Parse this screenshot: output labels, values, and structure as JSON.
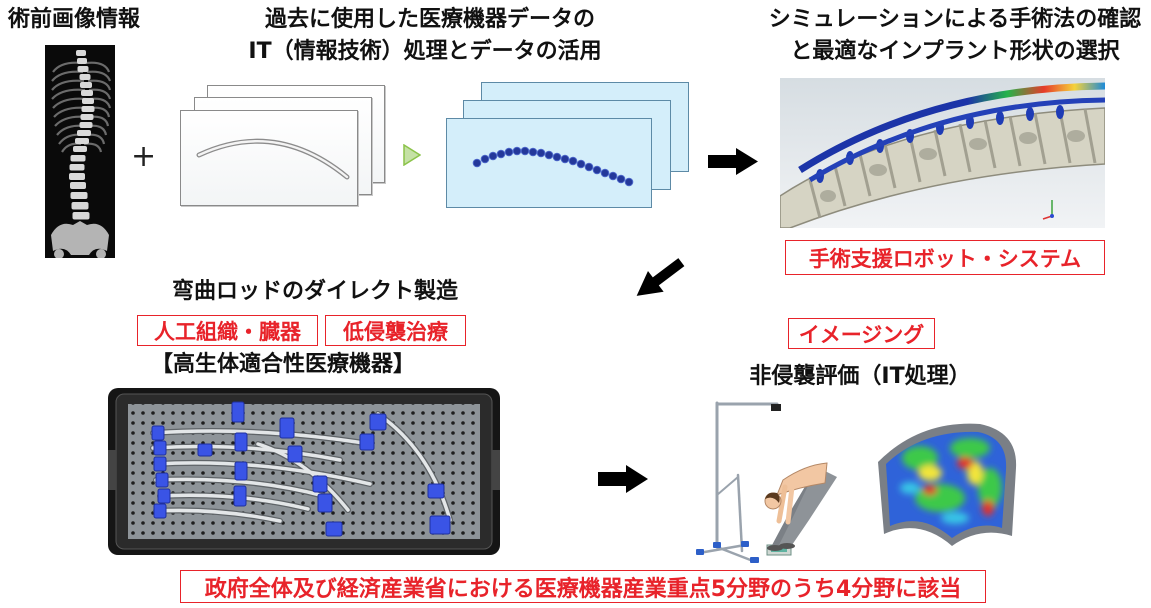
{
  "titles": {
    "preop": "術前画像情報",
    "data_line1": "過去に使用した医療機器データの",
    "data_line2": "IT（情報技術）処理とデータの活用",
    "sim_line1": "シミュレーションによる手術法の確認",
    "sim_line2": "と最適なインプラント形状の選択",
    "rod": "弯曲ロッドのダイレクト製造",
    "biocompat": "【高生体適合性医療機器】",
    "noninvasive": "非侵襲評価（IT処理）"
  },
  "symbols": {
    "plus": "+"
  },
  "tags": {
    "robot": "手術支援ロボット・システム",
    "artificial": "人工組織・臓器",
    "minimally_invasive": "低侵襲治療",
    "imaging": "イメージング",
    "footer": "政府全体及び経済産業省における医療機器産業重点5分野のうち4分野に該当"
  },
  "colors": {
    "tag_red": "#e8232a",
    "arrow": "#000000",
    "card_blue": "#d4eefa",
    "play_green": "#c5e1a5",
    "clip_blue": "#3a54e6"
  },
  "icons": {
    "flow_arrow": "black-right-arrow-icon",
    "step_arrow": "green-triangle-icon"
  }
}
